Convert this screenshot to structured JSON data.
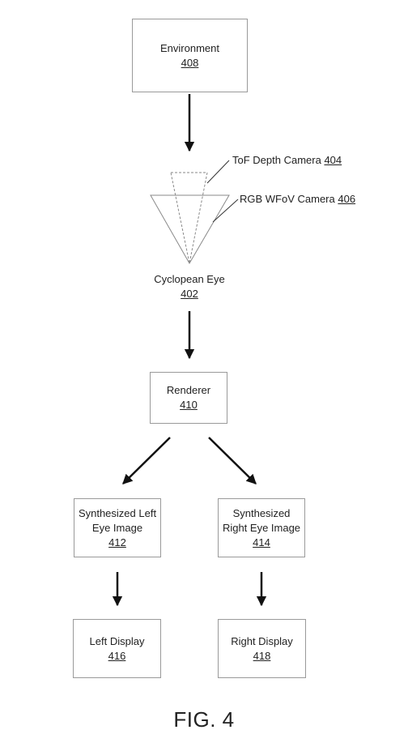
{
  "environment": {
    "label": "Environment",
    "ref": "408"
  },
  "tof_camera": {
    "label": "ToF Depth Camera",
    "ref": "404"
  },
  "rgb_camera": {
    "label": "RGB WFoV Camera",
    "ref": "406"
  },
  "cyclopean_eye": {
    "label": "Cyclopean Eye",
    "ref": "402"
  },
  "renderer": {
    "label": "Renderer",
    "ref": "410"
  },
  "left_image": {
    "line1": "Synthesized Left",
    "line2": "Eye Image",
    "ref": "412"
  },
  "right_image": {
    "line1": "Synthesized",
    "line2": "Right Eye Image",
    "ref": "414"
  },
  "left_display": {
    "label": "Left Display",
    "ref": "416"
  },
  "right_display": {
    "label": "Right Display",
    "ref": "418"
  },
  "figure_caption": "FIG. 4"
}
